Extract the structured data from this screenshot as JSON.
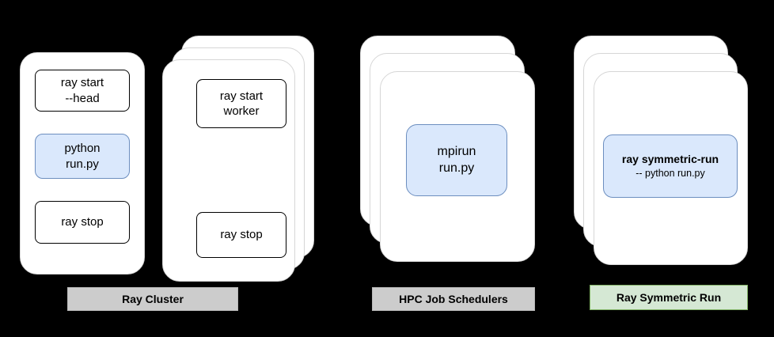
{
  "diagram": {
    "head_node": {
      "ray_start_head": "ray start\n--head",
      "python_run": "python\nrun.py",
      "ray_stop": "ray stop"
    },
    "worker_node": {
      "ray_start_worker": "ray start\nworker",
      "ray_stop": "ray stop"
    },
    "hpc": {
      "mpirun_run": "mpirun\nrun.py"
    },
    "symmetric": {
      "title": "ray symmetric-run",
      "subtitle": "-- python run.py"
    },
    "labels": {
      "ray_cluster": "Ray Cluster",
      "hpc_job_schedulers": "HPC Job Schedulers",
      "ray_symmetric_run": "Ray Symmetric Run"
    },
    "colors": {
      "background": "#000000",
      "card_fill": "#ffffff",
      "card_border": "#d6d6d6",
      "box_border": "#000000",
      "blue_fill": "#dae8fc",
      "blue_border": "#6c8ebf",
      "gray_label_fill": "#cccccc",
      "green_label_fill": "#d5e8d4",
      "green_label_border": "#82b366"
    }
  }
}
